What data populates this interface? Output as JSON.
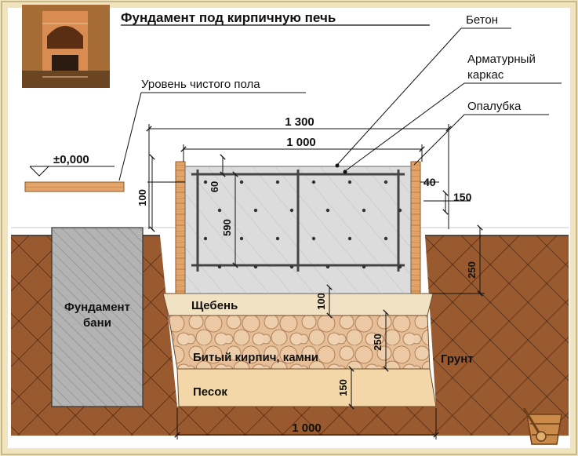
{
  "title": "Фундамент под кирпичную печь",
  "labels": {
    "floor_level": "Уровень чистого пола",
    "zero_mark": "±0,000",
    "concrete": "Бетон",
    "rebar_line1": "Арматурный",
    "rebar_line2": "каркас",
    "formwork": "Опалубка",
    "bath_foundation_line1": "Фундамент",
    "bath_foundation_line2": "бани",
    "gravel": "Щебень",
    "broken_brick": "Битый кирпич, камни",
    "sand": "Песок",
    "soil": "Грунт"
  },
  "dimensions": {
    "overall_width": "1 300",
    "slab_width": "1 000",
    "bottom_width": "1 000",
    "raise_height": "100",
    "top_cover": "60",
    "cage_height": "590",
    "formwork_thickness": "40",
    "side_gap": "150",
    "depth_below_ground": "250",
    "gravel_layer": "100",
    "brick_layer": "250",
    "sand_layer": "150"
  },
  "colors": {
    "background": "#efe4bd",
    "soil": "#9a5a30",
    "concrete": "#dcdcdc",
    "formwork": "#e2a468",
    "gravel": "#f1e2c3",
    "brick_fill": "#e6bf98",
    "sand": "#f3d7a8",
    "bath_foundation": "#b3b3b3"
  }
}
